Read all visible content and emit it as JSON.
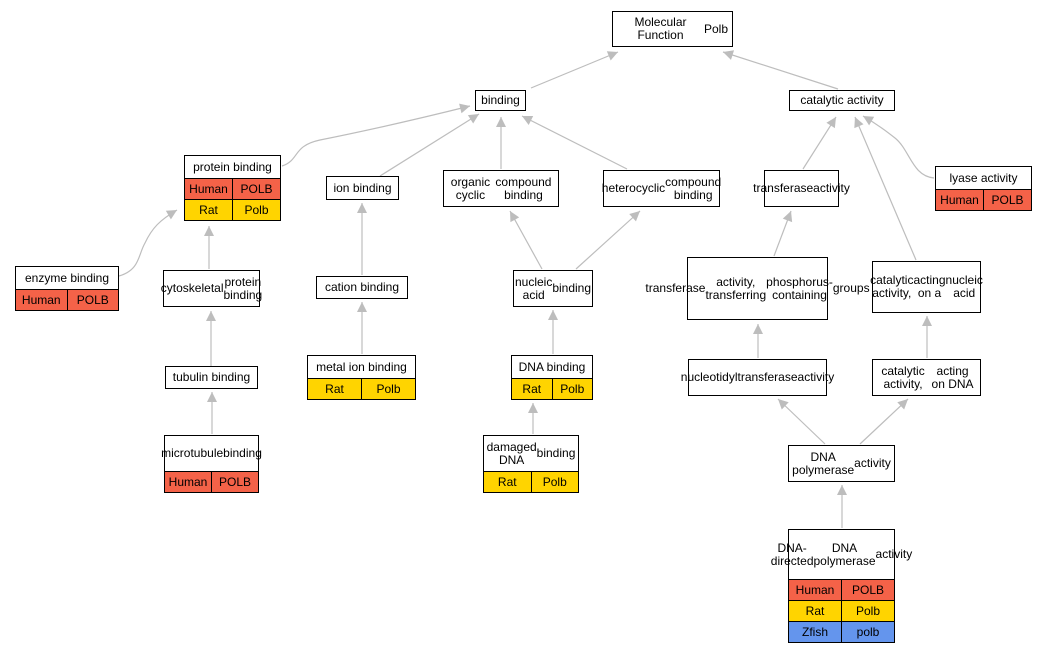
{
  "colors": {
    "edge": "#bdbdbd",
    "Human": "#f46248",
    "Rat": "#ffd400",
    "Zfish": "#6495ed"
  },
  "nodes": {
    "molecular_function": {
      "label": "Molecular Function\nPolb",
      "rows": []
    },
    "binding": {
      "label": "binding",
      "rows": []
    },
    "catalytic_activity": {
      "label": "catalytic activity",
      "rows": []
    },
    "protein_binding": {
      "label": "protein binding",
      "rows": [
        {
          "organism": "Human",
          "gene": "POLB"
        },
        {
          "organism": "Rat",
          "gene": "Polb"
        }
      ]
    },
    "ion_binding": {
      "label": "ion binding",
      "rows": []
    },
    "organic_cyclic": {
      "label": "organic cyclic\ncompound binding",
      "rows": []
    },
    "heterocyclic": {
      "label": "heterocyclic\ncompound binding",
      "rows": []
    },
    "transferase": {
      "label": "transferase\nactivity",
      "rows": []
    },
    "lyase": {
      "label": "lyase activity",
      "rows": [
        {
          "organism": "Human",
          "gene": "POLB"
        }
      ]
    },
    "enzyme_binding": {
      "label": "enzyme binding",
      "rows": [
        {
          "organism": "Human",
          "gene": "POLB"
        }
      ]
    },
    "cytoskeletal": {
      "label": "cytoskeletal\nprotein binding",
      "rows": []
    },
    "cation_binding": {
      "label": "cation binding",
      "rows": []
    },
    "nucleic_acid_binding": {
      "label": "nucleic acid\nbinding",
      "rows": []
    },
    "transferase_phospho": {
      "label": "transferase\nactivity, transferring\nphosphorus-containing\ngroups",
      "rows": []
    },
    "catalytic_nucleic": {
      "label": "catalytic activity,\nacting on a\nnucleic acid",
      "rows": []
    },
    "tubulin_binding": {
      "label": "tubulin binding",
      "rows": []
    },
    "metal_ion_binding": {
      "label": "metal ion binding",
      "rows": [
        {
          "organism": "Rat",
          "gene": "Polb"
        }
      ]
    },
    "dna_binding": {
      "label": "DNA binding",
      "rows": [
        {
          "organism": "Rat",
          "gene": "Polb"
        }
      ]
    },
    "nucleotidyltransferase": {
      "label": "nucleotidyltransferase\nactivity",
      "rows": []
    },
    "catalytic_dna": {
      "label": "catalytic activity,\nacting on DNA",
      "rows": []
    },
    "microtubule_binding": {
      "label": "microtubule\nbinding",
      "rows": [
        {
          "organism": "Human",
          "gene": "POLB"
        }
      ]
    },
    "damaged_dna_binding": {
      "label": "damaged DNA\nbinding",
      "rows": [
        {
          "organism": "Rat",
          "gene": "Polb"
        }
      ]
    },
    "dna_polymerase": {
      "label": "DNA polymerase\nactivity",
      "rows": []
    },
    "dna_directed_polymerase": {
      "label": "DNA-directed\nDNA polymerase\nactivity",
      "rows": [
        {
          "organism": "Human",
          "gene": "POLB"
        },
        {
          "organism": "Rat",
          "gene": "Polb"
        },
        {
          "organism": "Zfish",
          "gene": "polb"
        }
      ]
    }
  },
  "edges": [
    {
      "from": "binding",
      "to": "molecular_function"
    },
    {
      "from": "catalytic_activity",
      "to": "molecular_function"
    },
    {
      "from": "protein_binding",
      "to": "binding"
    },
    {
      "from": "ion_binding",
      "to": "binding"
    },
    {
      "from": "organic_cyclic",
      "to": "binding"
    },
    {
      "from": "heterocyclic",
      "to": "binding"
    },
    {
      "from": "transferase",
      "to": "catalytic_activity"
    },
    {
      "from": "catalytic_nucleic",
      "to": "catalytic_activity"
    },
    {
      "from": "lyase",
      "to": "catalytic_activity"
    },
    {
      "from": "enzyme_binding",
      "to": "protein_binding"
    },
    {
      "from": "cytoskeletal",
      "to": "protein_binding"
    },
    {
      "from": "tubulin_binding",
      "to": "cytoskeletal"
    },
    {
      "from": "microtubule_binding",
      "to": "tubulin_binding"
    },
    {
      "from": "cation_binding",
      "to": "ion_binding"
    },
    {
      "from": "metal_ion_binding",
      "to": "cation_binding"
    },
    {
      "from": "nucleic_acid_binding",
      "to": "organic_cyclic"
    },
    {
      "from": "nucleic_acid_binding",
      "to": "heterocyclic"
    },
    {
      "from": "dna_binding",
      "to": "nucleic_acid_binding"
    },
    {
      "from": "damaged_dna_binding",
      "to": "dna_binding"
    },
    {
      "from": "transferase_phospho",
      "to": "transferase"
    },
    {
      "from": "nucleotidyltransferase",
      "to": "transferase_phospho"
    },
    {
      "from": "catalytic_dna",
      "to": "catalytic_nucleic"
    },
    {
      "from": "dna_polymerase",
      "to": "nucleotidyltransferase"
    },
    {
      "from": "dna_polymerase",
      "to": "catalytic_dna"
    },
    {
      "from": "dna_directed_polymerase",
      "to": "dna_polymerase"
    }
  ]
}
